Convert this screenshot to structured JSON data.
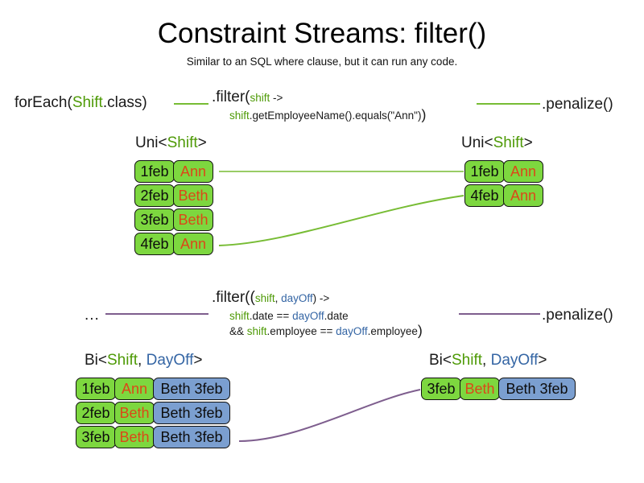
{
  "slide": {
    "title": "Constraint Streams: filter()",
    "subtitle": "Similar to an SQL where clause, but it can run any code."
  },
  "colors": {
    "shift_type": "#4E9A06",
    "dayoff_type": "#3465A4",
    "tuple_green": "#7DD73F",
    "tuple_blue": "#7B9FD0",
    "name_text": "#DB4818",
    "wire_green": "#77BC34",
    "wire_purple": "#7E5E8E",
    "background": "#FFFFFF"
  },
  "pipeline_uni": {
    "source_label": {
      "prefix": "forEach(",
      "type": "Shift",
      "suffix": ".class)"
    },
    "filter": {
      "line1_prefix": ".filter(",
      "line1_param": "shift",
      "line1_arrow": " ->",
      "line2_var": "shift",
      "line2_body": ".getEmployeeName().equals(\"Ann\")",
      "line2_close": ")"
    },
    "terminal_label": ".penalize()",
    "input_stream": {
      "label_prefix": "Uni<",
      "label_type": "Shift",
      "label_suffix": ">",
      "rows": [
        {
          "date": "1feb",
          "name": "Ann"
        },
        {
          "date": "2feb",
          "name": "Beth"
        },
        {
          "date": "3feb",
          "name": "Beth"
        },
        {
          "date": "4feb",
          "name": "Ann"
        }
      ]
    },
    "output_stream": {
      "label_prefix": "Uni<",
      "label_type": "Shift",
      "label_suffix": ">",
      "rows": [
        {
          "date": "1feb",
          "name": "Ann"
        },
        {
          "date": "4feb",
          "name": "Ann"
        }
      ]
    }
  },
  "pipeline_bi": {
    "source_label": "...",
    "filter": {
      "line1_prefix": ".filter((",
      "line1_param1": "shift",
      "line1_comma": ", ",
      "line1_param2": "dayOff",
      "line1_arrow": ") ->",
      "line2_var1": "shift",
      "line2_mid": ".date == ",
      "line2_var2": "dayOff",
      "line2_end": ".date",
      "line3_and": "&& ",
      "line3_var1": "shift",
      "line3_mid": ".employee == ",
      "line3_var2": "dayOff",
      "line3_end": ".employee",
      "line3_close": ")"
    },
    "terminal_label": ".penalize()",
    "input_stream": {
      "label_prefix": "Bi<",
      "label_type1": "Shift",
      "label_comma": ", ",
      "label_type2": "DayOff",
      "label_suffix": ">",
      "rows": [
        {
          "date": "1feb",
          "name": "Ann",
          "pair": "Beth 3feb"
        },
        {
          "date": "2feb",
          "name": "Beth",
          "pair": "Beth 3feb"
        },
        {
          "date": "3feb",
          "name": "Beth",
          "pair": "Beth 3feb"
        }
      ]
    },
    "output_stream": {
      "label_prefix": "Bi<",
      "label_type1": "Shift",
      "label_comma": ", ",
      "label_type2": "DayOff",
      "label_suffix": ">",
      "rows": [
        {
          "date": "3feb",
          "name": "Beth",
          "pair": "Beth 3feb"
        }
      ]
    }
  }
}
